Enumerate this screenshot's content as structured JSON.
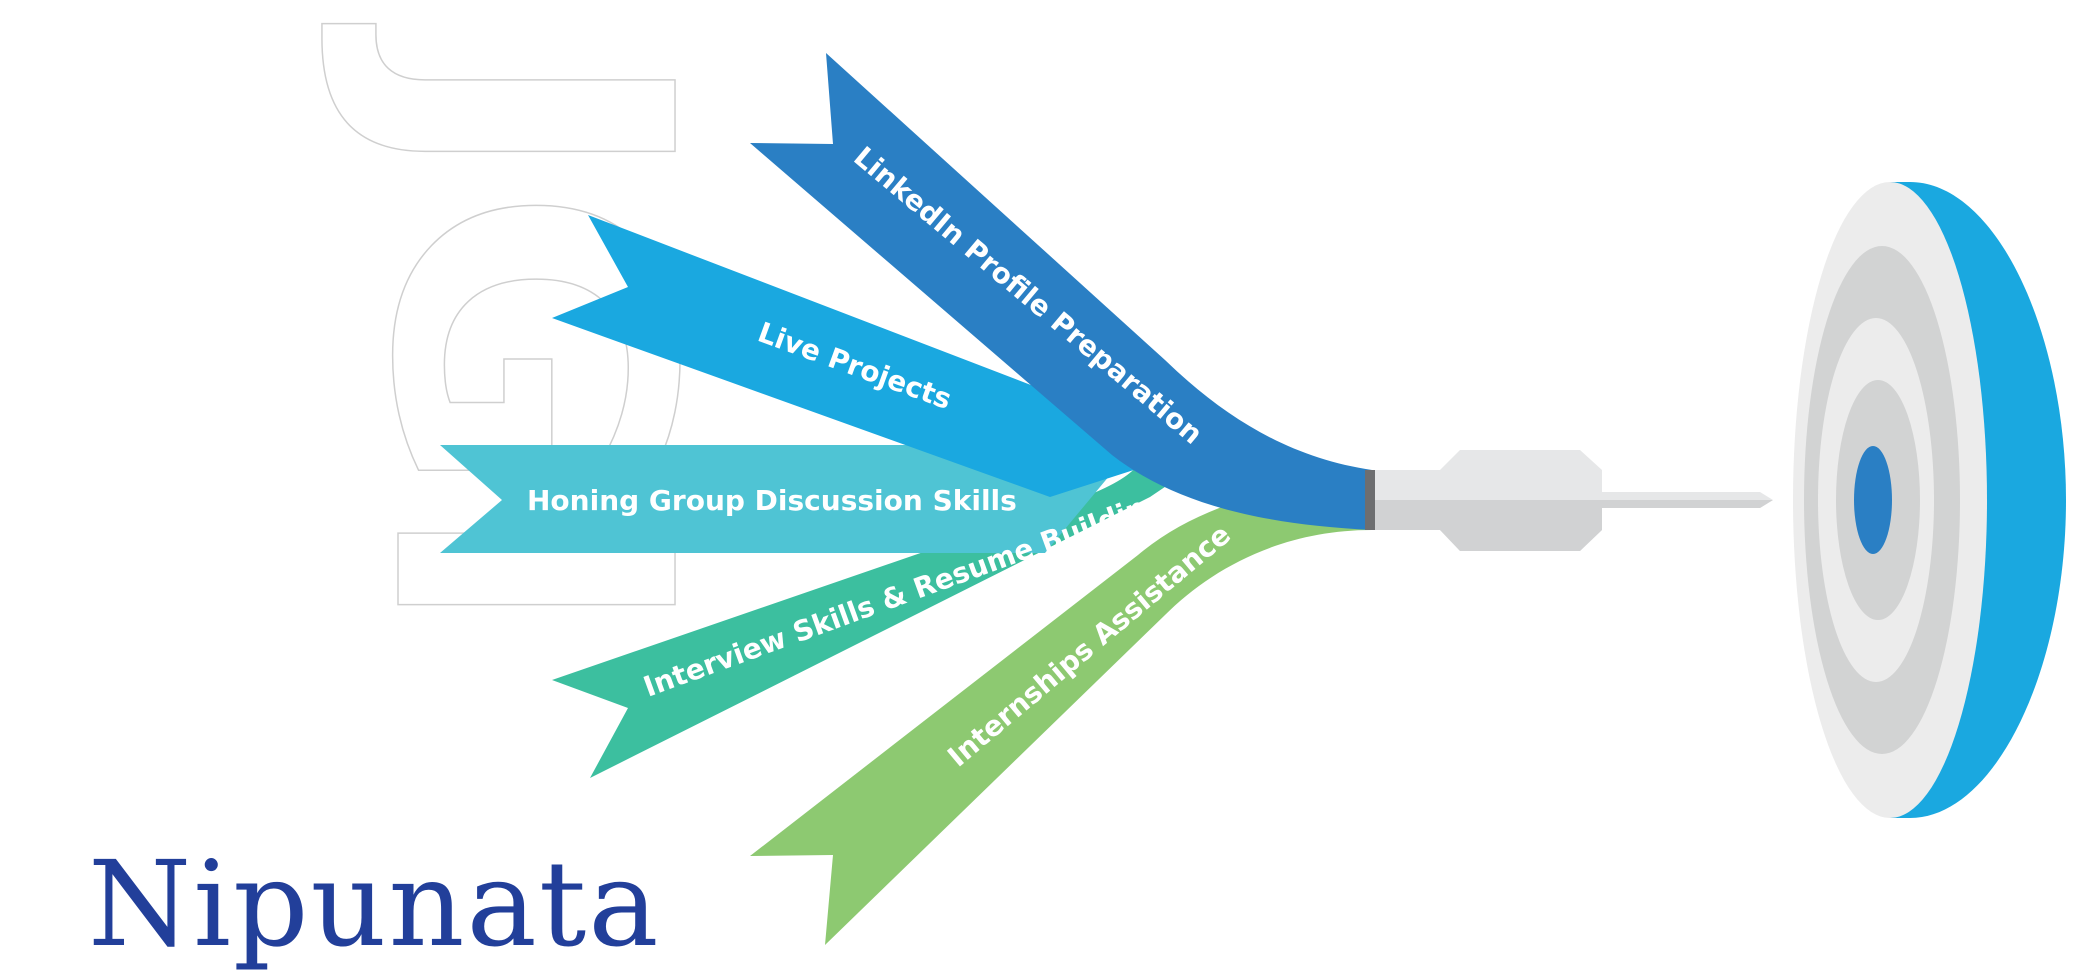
{
  "brand": {
    "watermark": "JGI",
    "name": "Nipunata"
  },
  "ribbons": [
    {
      "label": "LinkedIn Profile Preparation",
      "color": "#2a7fc4"
    },
    {
      "label": "Live Projects",
      "color": "#1aa8e0"
    },
    {
      "label": "Honing Group Discussion Skills",
      "color": "#4fc4d4"
    },
    {
      "label": "Interview Skills & Resume Building",
      "color": "#3cbf9f"
    },
    {
      "label": "Internships Assistance",
      "color": "#8dc971"
    }
  ],
  "target": {
    "rim_color": "#1aa8e0",
    "bullseye_color": "#2a7fc4",
    "ring_light": "#ececec",
    "ring_mid": "#d2d3d3"
  }
}
